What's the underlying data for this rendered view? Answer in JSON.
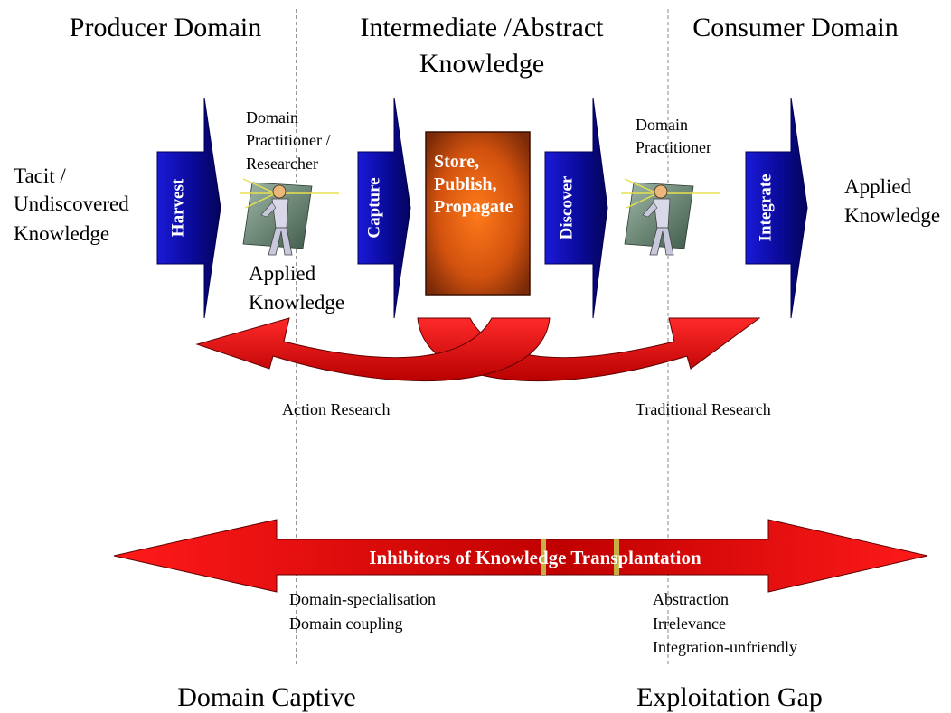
{
  "headers": {
    "producer": "Producer Domain",
    "intermediate_line1": "Intermediate /Abstract",
    "intermediate_line2": "Knowledge",
    "consumer": "Consumer Domain"
  },
  "left_label": [
    "Tacit /",
    "Undiscovered",
    "Knowledge"
  ],
  "right_label": [
    "Applied",
    "Knowledge"
  ],
  "practitioner_left": [
    "Domain",
    "Practitioner /",
    "Researcher"
  ],
  "applied_left": [
    "Applied",
    "Knowledge"
  ],
  "practitioner_right": [
    "Domain",
    "Practitioner"
  ],
  "process_arrows": {
    "harvest": "Harvest",
    "capture": "Capture",
    "discover": "Discover",
    "integrate": "Integrate"
  },
  "store_box": [
    "Store,",
    "Publish,",
    "Propagate"
  ],
  "research": {
    "action": "Action Research",
    "traditional": "Traditional Research"
  },
  "inhibitors": {
    "title": "Inhibitors of Knowledge Transplantation",
    "left_items": [
      "Domain-specialisation",
      "Domain coupling"
    ],
    "right_items": [
      "Abstraction",
      "Irrelevance",
      "Integration-unfriendly"
    ]
  },
  "footer": {
    "left": "Domain Captive",
    "right": "Exploitation Gap"
  },
  "colors": {
    "process_arrow": "#0d0d9e",
    "red_arrow": "#e00000",
    "store_box": "#d85a10",
    "divider_marks": "#c8b040"
  }
}
